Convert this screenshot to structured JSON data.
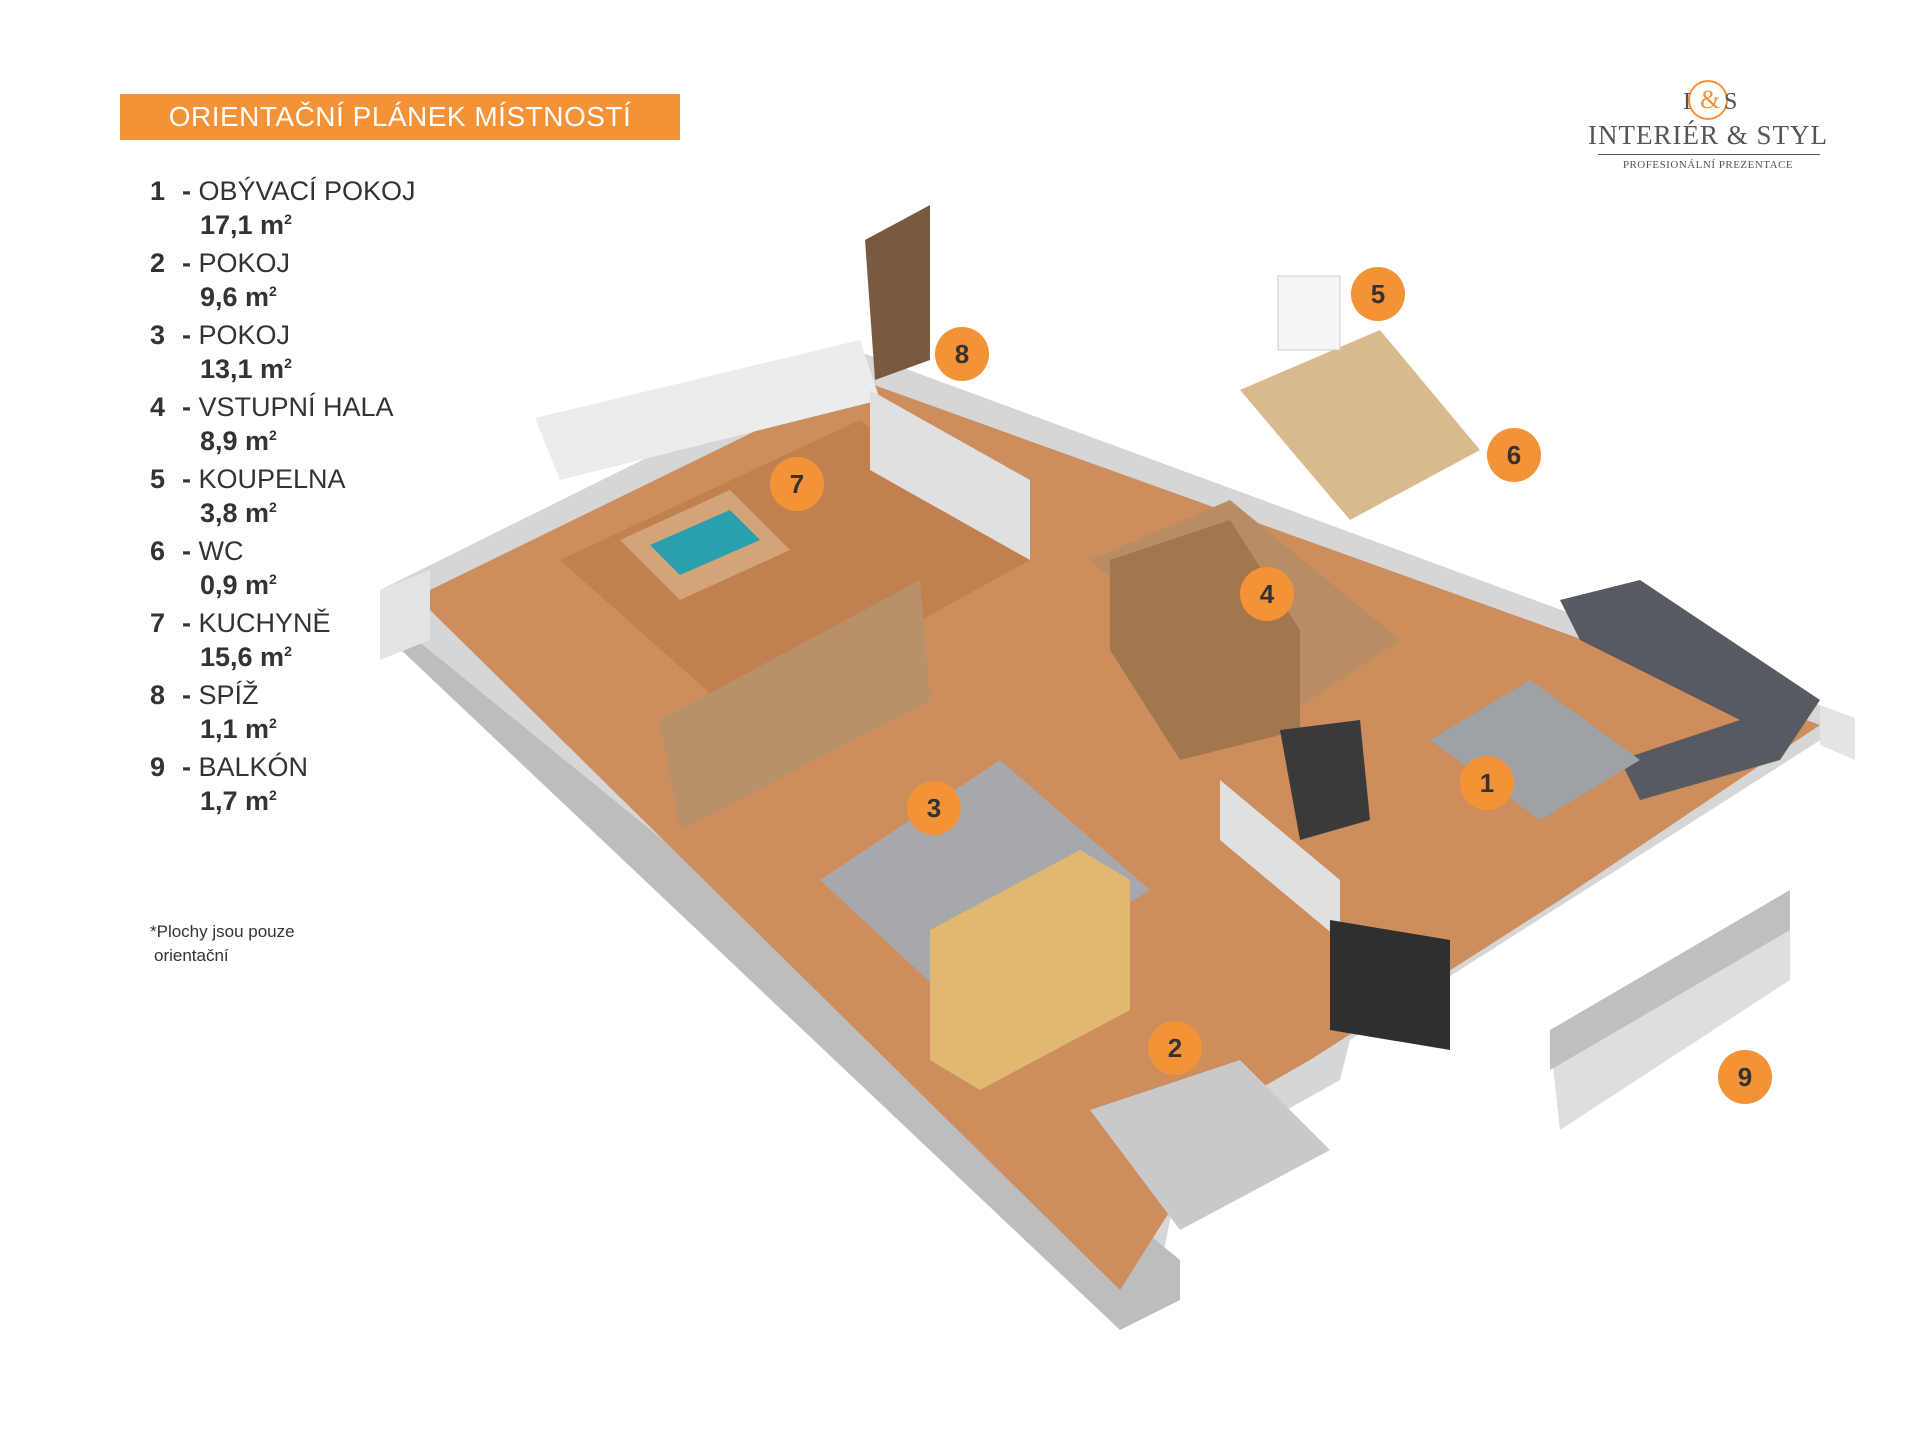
{
  "header": {
    "title": "ORIENTAČNÍ PLÁNEK MÍSTNOSTÍ"
  },
  "logo": {
    "brand": "INTERIÉR & STYL",
    "tagline": "PROFESIONÁLNÍ PREZENTACE",
    "monogram_left": "I",
    "monogram_right": "S"
  },
  "legend": [
    {
      "num": "1",
      "name": "OBÝVACÍ POKOJ",
      "area": "17,1 m",
      "unit_sup": "2"
    },
    {
      "num": "2",
      "name": "POKOJ",
      "area": "9,6 m",
      "unit_sup": "2"
    },
    {
      "num": "3",
      "name": "POKOJ",
      "area": "13,1 m",
      "unit_sup": "2"
    },
    {
      "num": "4",
      "name": "VSTUPNÍ HALA",
      "area": "8,9 m",
      "unit_sup": "2"
    },
    {
      "num": "5",
      "name": "KOUPELNA",
      "area": "3,8 m",
      "unit_sup": "2"
    },
    {
      "num": "6",
      "name": "WC",
      "area": "0,9 m",
      "unit_sup": "2"
    },
    {
      "num": "7",
      "name": "KUCHYNĚ",
      "area": "15,6 m",
      "unit_sup": "2"
    },
    {
      "num": "8",
      "name": "SPÍŽ",
      "area": "1,1 m",
      "unit_sup": "2"
    },
    {
      "num": "9",
      "name": "BALKÓN",
      "area": "1,7 m",
      "unit_sup": "2"
    }
  ],
  "footnote": {
    "line1": "*Plochy jsou pouze",
    "line2": "orientační"
  },
  "markers": [
    "1",
    "2",
    "3",
    "4",
    "5",
    "6",
    "7",
    "8",
    "9"
  ],
  "colors": {
    "accent": "#f39237",
    "floor": "#c8875a",
    "wall": "#e6e6e6",
    "wall_shadow": "#c9c9c9",
    "text": "#333333"
  }
}
